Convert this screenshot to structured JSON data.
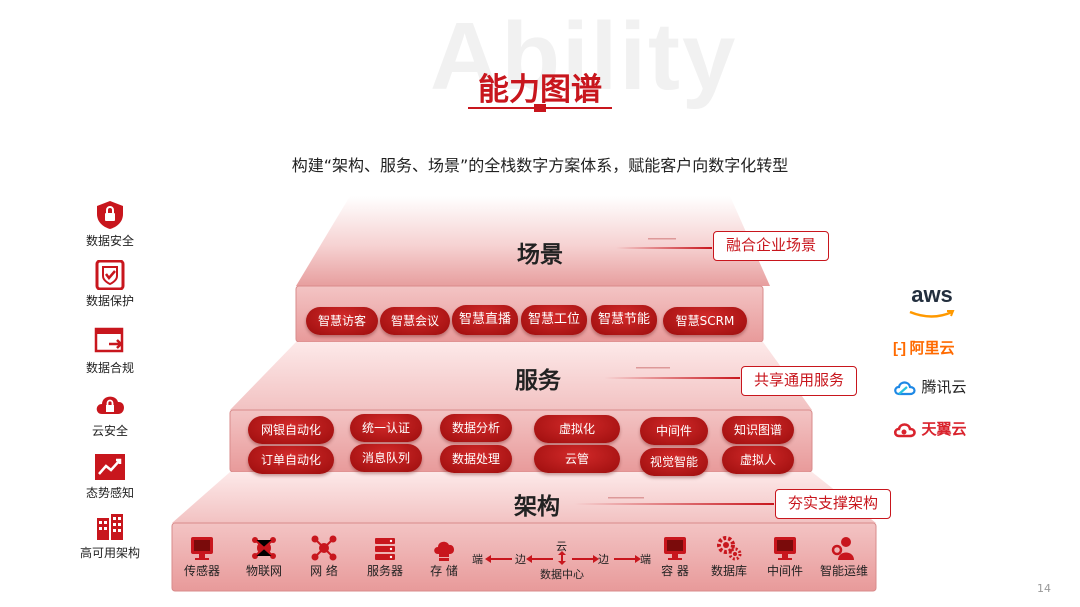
{
  "watermark": "Ability",
  "title": "能力图谱",
  "subtitle": "构建“架构、服务、场景”的全栈数字方案体系，赋能客户向数字化转型",
  "layers": {
    "scene": {
      "label": "场景",
      "tag": "融合企业场景"
    },
    "service": {
      "label": "服务",
      "tag": "共享通用服务"
    },
    "arch": {
      "label": "架构",
      "tag": "夯实支撑架构"
    }
  },
  "scene_pills": [
    "智慧访客",
    "智慧会议",
    "智慧直播",
    "智慧工位",
    "智慧节能",
    "智慧SCRM"
  ],
  "service_pills": {
    "col1": [
      "网银自动化",
      "订单自动化"
    ],
    "col2": [
      "统一认证",
      "消息队列"
    ],
    "col3": [
      "数据分析",
      "数据处理"
    ],
    "col4": [
      "虚拟化",
      "云管"
    ],
    "col5": [
      "中间件",
      "视觉智能"
    ],
    "col6": [
      "知识图谱",
      "虚拟人"
    ]
  },
  "base_items": {
    "sensor": "传感器",
    "iot": "物联网",
    "network": "网 络",
    "server": "服务器",
    "storage": "存 储",
    "container": "容 器",
    "database": "数据库",
    "middleware": "中间件",
    "aiops": "智能运维"
  },
  "flow": {
    "end": "端",
    "edge": "边",
    "cloud": "云",
    "datacenter": "数据中心"
  },
  "left_items": [
    "数据安全",
    "数据保护",
    "数据合规",
    "云安全",
    "态势感知",
    "高可用架构"
  ],
  "logos": {
    "aws": "aws",
    "aliyun": "阿里云",
    "tencent": "腾讯云",
    "tianyi": "天翼云"
  },
  "page_number": "14",
  "colors": {
    "brand": "#c8161d",
    "pill": "#b01515"
  }
}
